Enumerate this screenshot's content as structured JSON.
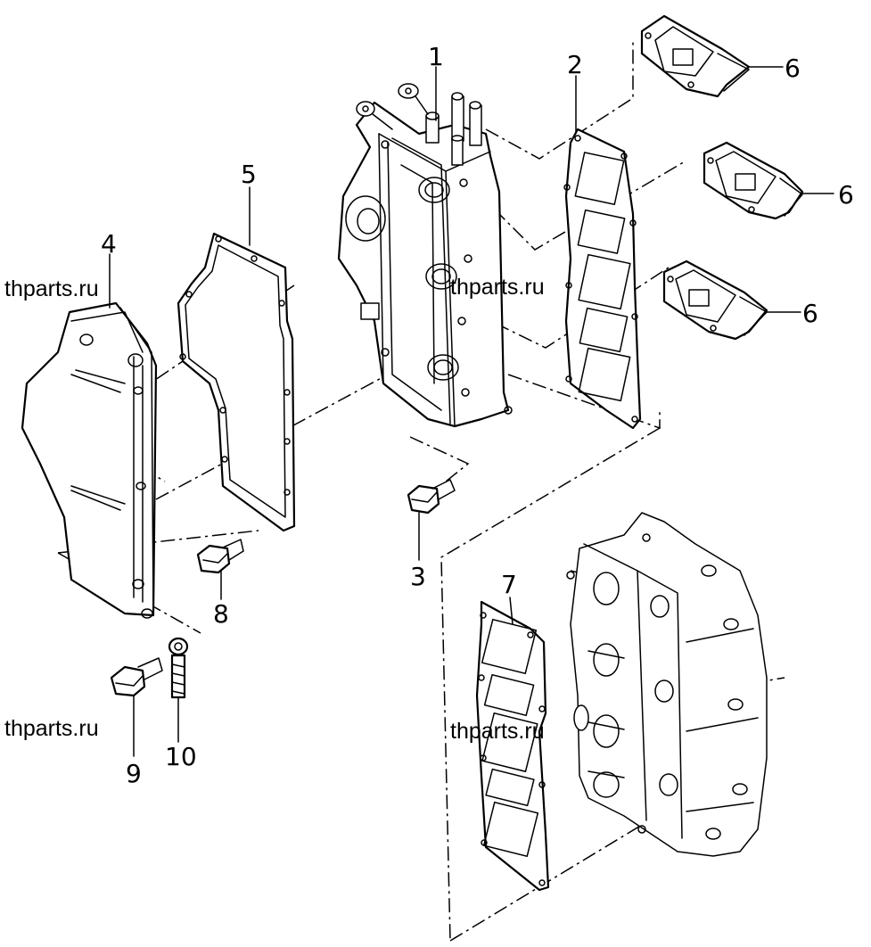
{
  "callouts": {
    "c1": "1",
    "c2": "2",
    "c3": "3",
    "c4": "4",
    "c5": "5",
    "c6a": "6",
    "c6b": "6",
    "c6c": "6",
    "c7": "7",
    "c8": "8",
    "c9": "9",
    "c10": "10"
  },
  "watermarks": {
    "w1": "thparts.ru",
    "w2": "thparts.ru",
    "w3": "thparts.ru",
    "w4": "thparts.ru"
  }
}
